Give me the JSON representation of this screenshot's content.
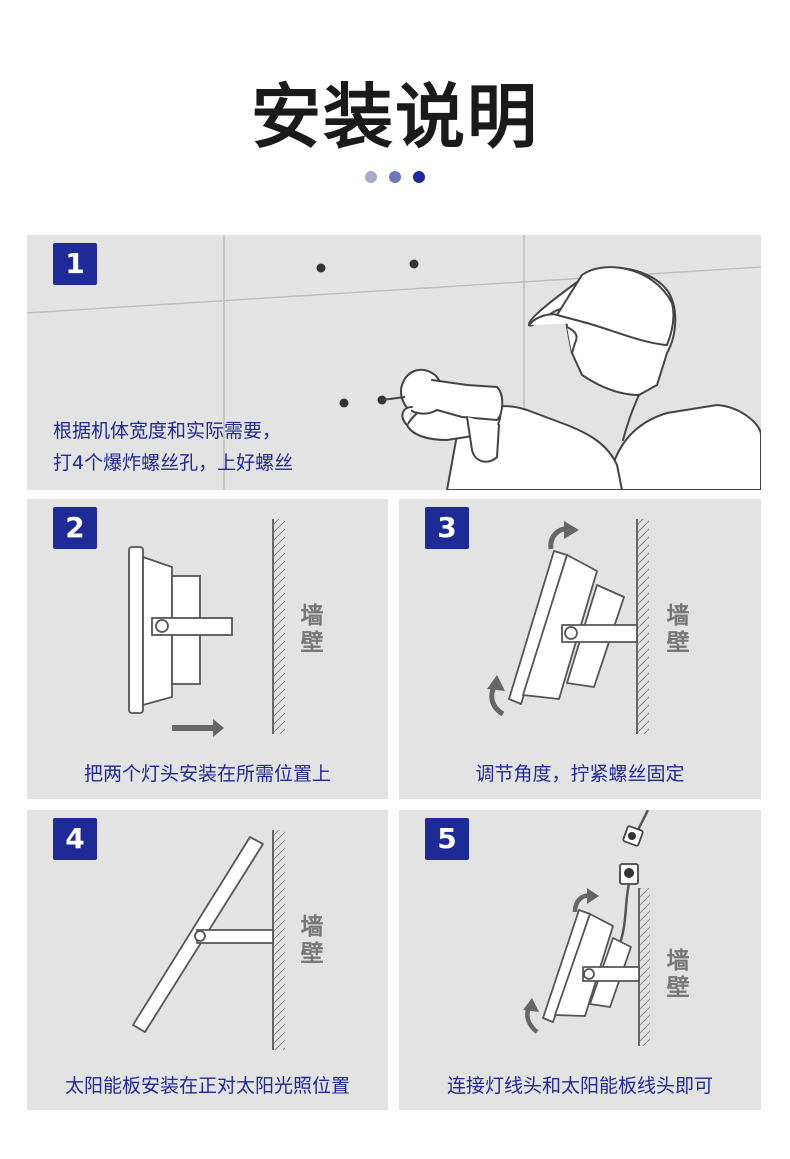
{
  "title": "安装说明",
  "title_dots": [
    "#a7aacf",
    "#6f76b5",
    "#1e2a96"
  ],
  "accent_color": "#1e2a96",
  "panel_bg": "#e3e3e3",
  "steps": [
    {
      "number": "1",
      "lines": [
        "根据机体宽度和实际需要，",
        "打4个爆炸螺丝孔，上好螺丝"
      ]
    },
    {
      "number": "2",
      "caption": "把两个灯头安装在所需位置上",
      "wall_label": [
        "墙",
        "壁"
      ]
    },
    {
      "number": "3",
      "caption": "调节角度，拧紧螺丝固定",
      "wall_label": [
        "墙",
        "壁"
      ]
    },
    {
      "number": "4",
      "caption": "太阳能板安装在正对太阳光照位置",
      "wall_label": [
        "墙",
        "壁"
      ]
    },
    {
      "number": "5",
      "caption": "连接灯线头和太阳能板线头即可",
      "wall_label": [
        "墙",
        "壁"
      ]
    }
  ]
}
